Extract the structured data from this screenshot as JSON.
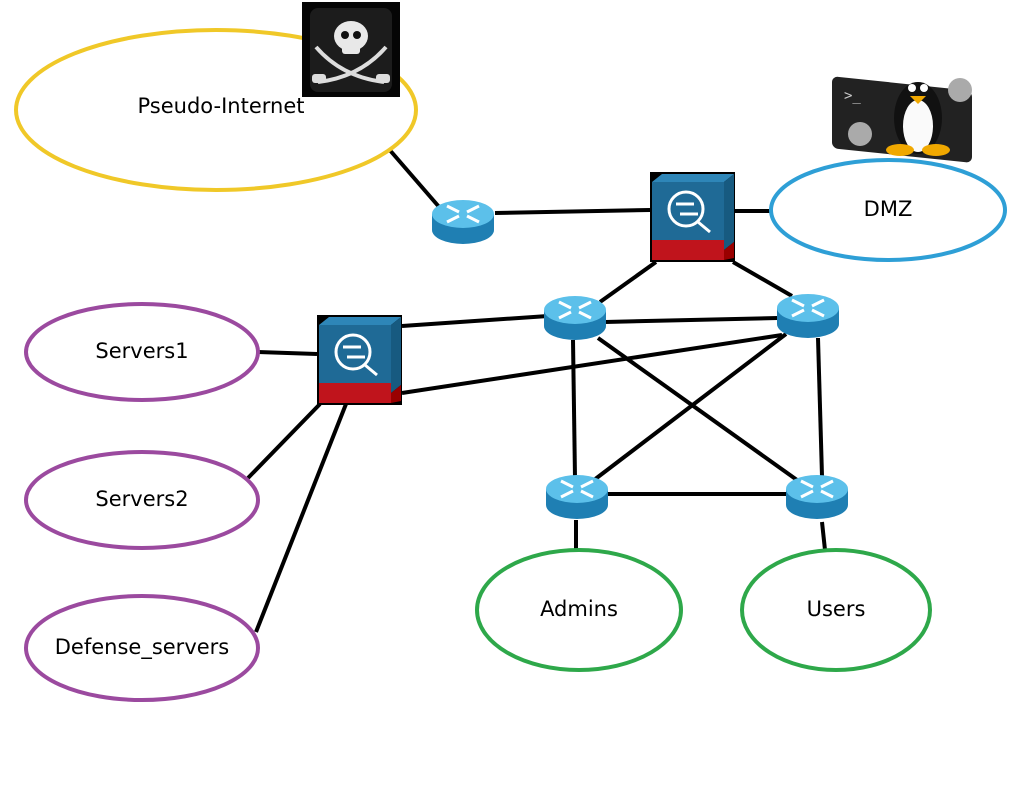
{
  "networks": [
    {
      "id": "internet",
      "label": "Pseudo-Internet",
      "color": "#f0c828"
    },
    {
      "id": "dmz",
      "label": "DMZ",
      "color": "#2e9fd6"
    },
    {
      "id": "servers1",
      "label": "Servers1",
      "color": "#9b4a9f"
    },
    {
      "id": "servers2",
      "label": "Servers2",
      "color": "#9b4a9f"
    },
    {
      "id": "defense",
      "label": "Defense_servers",
      "color": "#9b4a9f"
    },
    {
      "id": "admins",
      "label": "Admins",
      "color": "#2ea84a"
    },
    {
      "id": "users",
      "label": "Users",
      "color": "#2ea84a"
    }
  ],
  "devices": {
    "routers": [
      "r0",
      "r1",
      "r2",
      "r3",
      "r4"
    ],
    "firewalls": [
      "fw1",
      "fw2"
    ],
    "icons": [
      "pirate-flag-icon",
      "linux-tux-icon"
    ]
  },
  "links": [
    [
      "internet",
      "r0"
    ],
    [
      "r0",
      "fw1"
    ],
    [
      "fw1",
      "dmz"
    ],
    [
      "fw1",
      "r1"
    ],
    [
      "fw1",
      "r2"
    ],
    [
      "fw2",
      "r1"
    ],
    [
      "fw2",
      "r2"
    ],
    [
      "r1",
      "r2"
    ],
    [
      "servers1",
      "fw2"
    ],
    [
      "servers2",
      "fw2"
    ],
    [
      "defense",
      "fw2"
    ],
    [
      "r1",
      "r3"
    ],
    [
      "r1",
      "r4"
    ],
    [
      "r2",
      "r3"
    ],
    [
      "r2",
      "r4"
    ],
    [
      "r3",
      "r4"
    ],
    [
      "r3",
      "admins"
    ],
    [
      "r4",
      "users"
    ]
  ],
  "colors": {
    "router": "#2b8fc4",
    "firewall": "#1f6a96",
    "firewall_base": "#c0141c",
    "link": "#000000"
  }
}
